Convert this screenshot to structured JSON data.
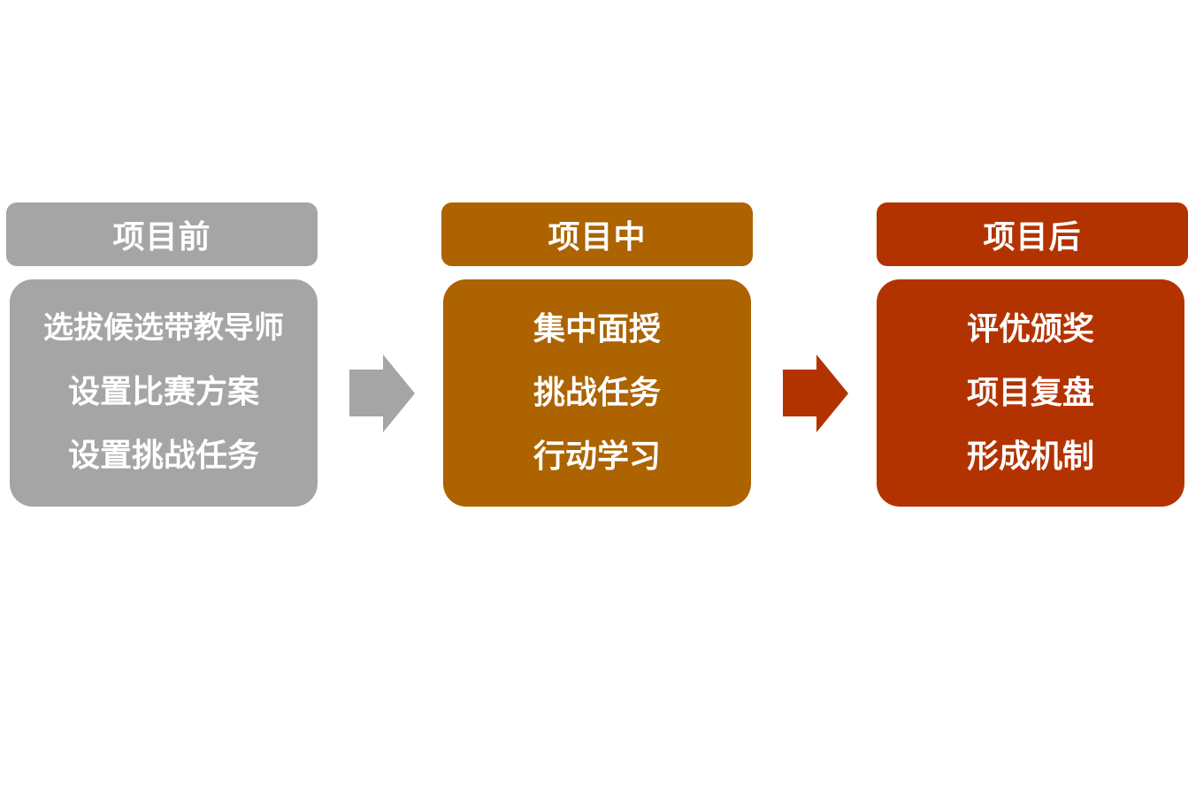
{
  "phases": [
    {
      "title": "项目前",
      "items": [
        "选拔候选带教导师",
        "设置比赛方案",
        "设置挑战任务"
      ]
    },
    {
      "title": "项目中",
      "items": [
        "集中面授",
        "挑战任务",
        "行动学习"
      ]
    },
    {
      "title": "项目后",
      "items": [
        "评优颁奖",
        "项目复盘",
        "形成机制"
      ]
    }
  ],
  "colors": {
    "before": "#a5a5a5",
    "during": "#ac6300",
    "after": "#b33300",
    "text": "#ffffff"
  }
}
